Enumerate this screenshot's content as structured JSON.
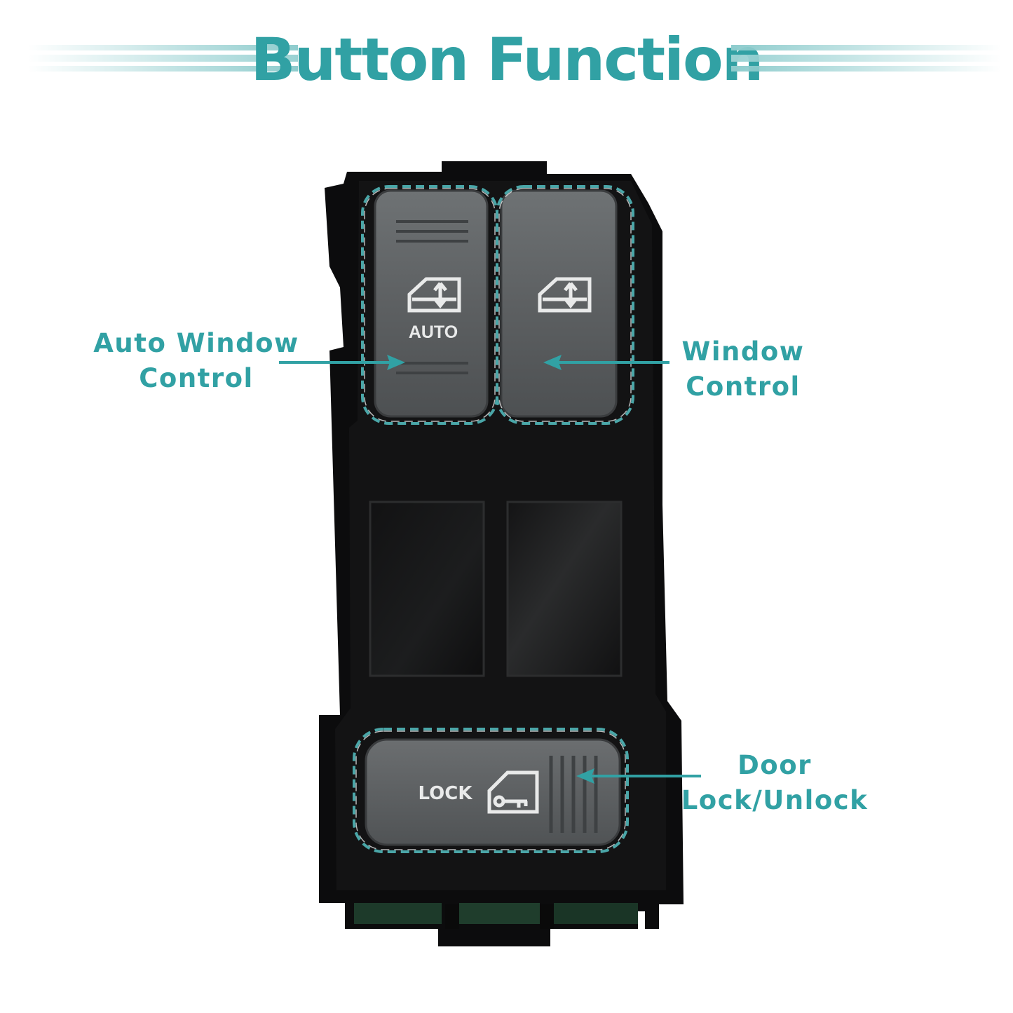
{
  "title": "Button Function",
  "callouts": {
    "auto_window": {
      "line1": "Auto Window",
      "line2": "Control"
    },
    "window": {
      "line1": "Window",
      "line2": "Control"
    },
    "door": {
      "line1": "Door",
      "line2": "Lock/Unlock"
    }
  },
  "buttons": {
    "auto_label": "AUTO",
    "lock_label": "LOCK"
  },
  "colors": {
    "accent": "#31a1a4",
    "housing": "#0c0c0d",
    "button_face": "#5e6163"
  },
  "icons": [
    "window-up-down-icon",
    "door-lock-key-icon"
  ]
}
